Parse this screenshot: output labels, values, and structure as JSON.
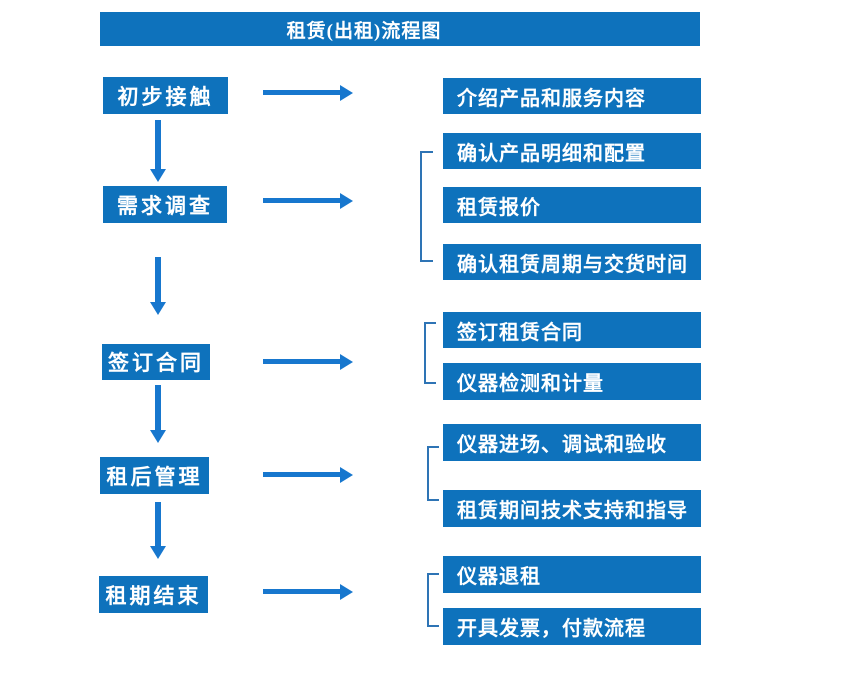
{
  "title": "租赁(出租)流程图",
  "colors": {
    "box_blue": "#0E72BC",
    "arrow_blue": "#1777CE",
    "bracket_blue": "#2E74B5",
    "text_white": "#FFFFFF",
    "background": "#FFFFFF"
  },
  "steps": [
    {
      "label": "初步接触",
      "details": [
        "介绍产品和服务内容"
      ]
    },
    {
      "label": "需求调查",
      "details": [
        "确认产品明细和配置",
        "租赁报价",
        "确认租赁周期与交货时间"
      ]
    },
    {
      "label": "签订合同",
      "details": [
        "签订租赁合同",
        "仪器检测和计量"
      ]
    },
    {
      "label": "租后管理",
      "details": [
        "仪器进场、调试和验收",
        "租赁期间技术支持和指导"
      ]
    },
    {
      "label": "租期结束",
      "details": [
        "仪器退租",
        "开具发票，付款流程"
      ]
    }
  ]
}
